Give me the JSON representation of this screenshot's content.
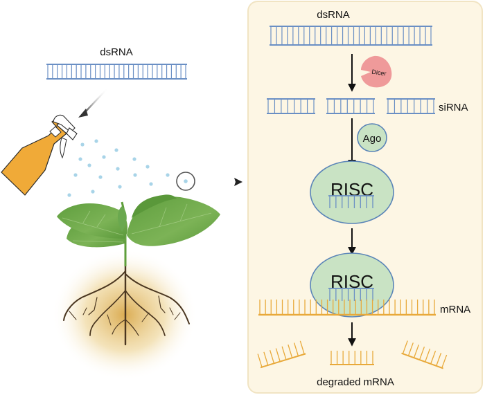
{
  "left": {
    "dsrna_label": "dsRNA"
  },
  "panel": {
    "dsrna_label": "dsRNA",
    "dicer_label": "Dicer",
    "sirna_label": "siRNA",
    "ago_label": "Ago",
    "risc_label_1": "RISC",
    "risc_label_2": "RISC",
    "mrna_label": "mRNA",
    "degraded_label": "degraded mRNA"
  },
  "colors": {
    "rna_blue": "#6a8fc4",
    "mrna_orange": "#e8a93a",
    "panel_bg": "#fdf6e4",
    "panel_border": "#f1e4c3",
    "risc_fill": "#c9e3c4",
    "risc_stroke": "#5a84b8",
    "dicer_pink": "#ef9a9a",
    "bottle_orange": "#f0aa38",
    "droplet": "#a8d4e8",
    "leaf_green": "#6aa84f",
    "root_brown": "#4a3620"
  }
}
